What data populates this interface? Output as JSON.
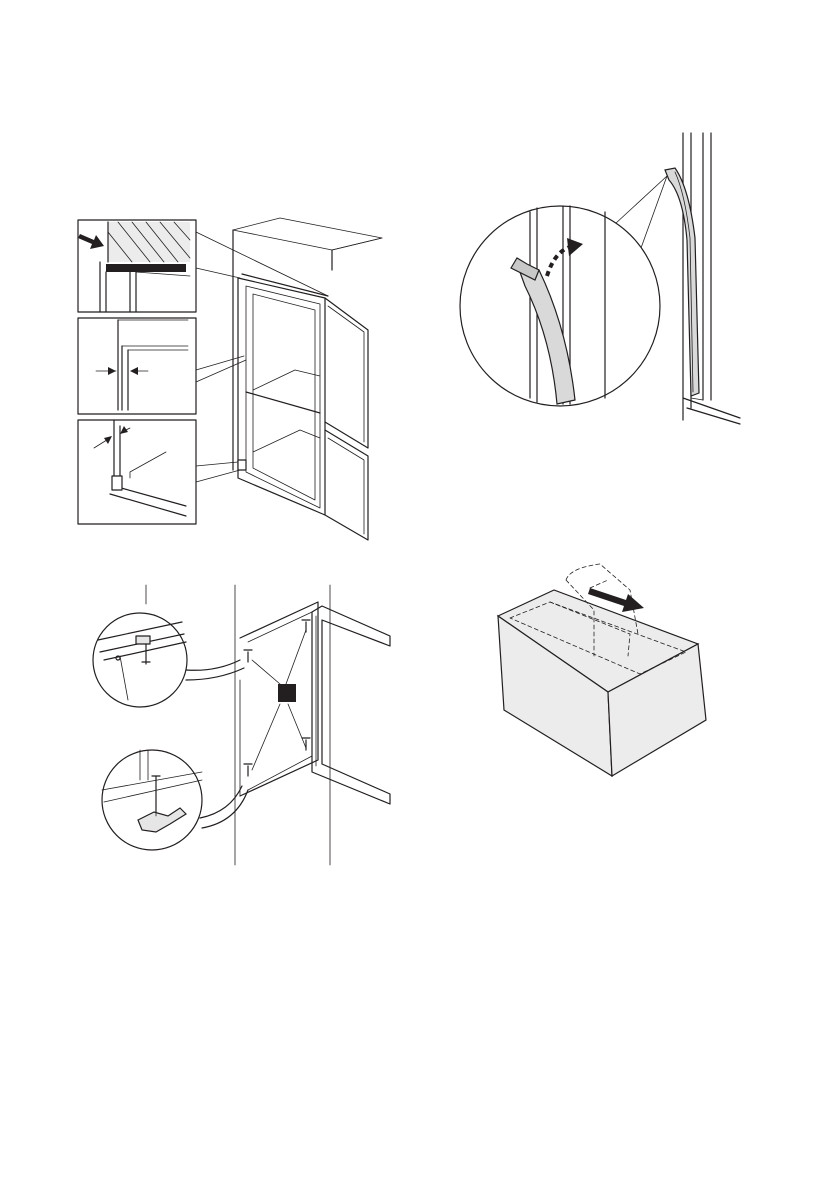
{
  "page": {
    "background": "#ffffff",
    "line_color": "#231f20",
    "fill_light": "#ececec",
    "fill_medium": "#d9d9d9",
    "figures": [
      {
        "id": "fig-tl",
        "depicts": "cabinet-alignment-detail"
      },
      {
        "id": "fig-tr",
        "depicts": "seal-strip-insertion"
      },
      {
        "id": "fig-bl",
        "depicts": "door-screw-fixing"
      },
      {
        "id": "fig-br",
        "depicts": "box-tape-removal"
      }
    ]
  }
}
